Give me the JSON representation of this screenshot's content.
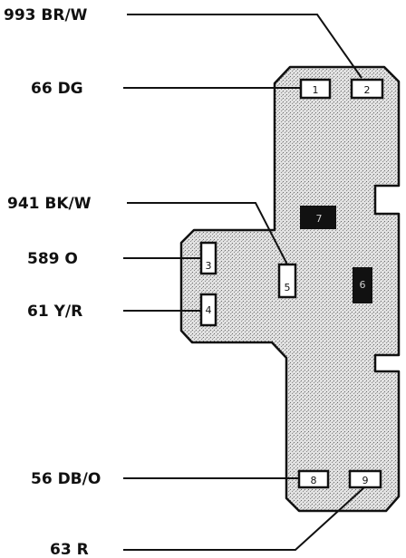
{
  "wires": [
    {
      "id": "w993",
      "label": "993 BR/W",
      "pin": "2"
    },
    {
      "id": "w66",
      "label": "66 DG",
      "pin": "1"
    },
    {
      "id": "w941",
      "label": "941 BK/W",
      "pin": "5"
    },
    {
      "id": "w589",
      "label": "589 O",
      "pin": "3"
    },
    {
      "id": "w61",
      "label": "61 Y/R",
      "pin": "4"
    },
    {
      "id": "w56",
      "label": "56 DB/O",
      "pin": "8"
    },
    {
      "id": "w63",
      "label": "63 R",
      "pin": "9"
    }
  ],
  "pins": {
    "p1": "1",
    "p2": "2",
    "p3": "3",
    "p4": "4",
    "p5": "5",
    "p6": "6",
    "p7": "7",
    "p8": "8",
    "p9": "9"
  },
  "colors": {
    "line": "#111111",
    "connector_fill": "#d6d6d6",
    "pin_fill": "#ffffff",
    "dark_pin_fill": "#111111"
  }
}
